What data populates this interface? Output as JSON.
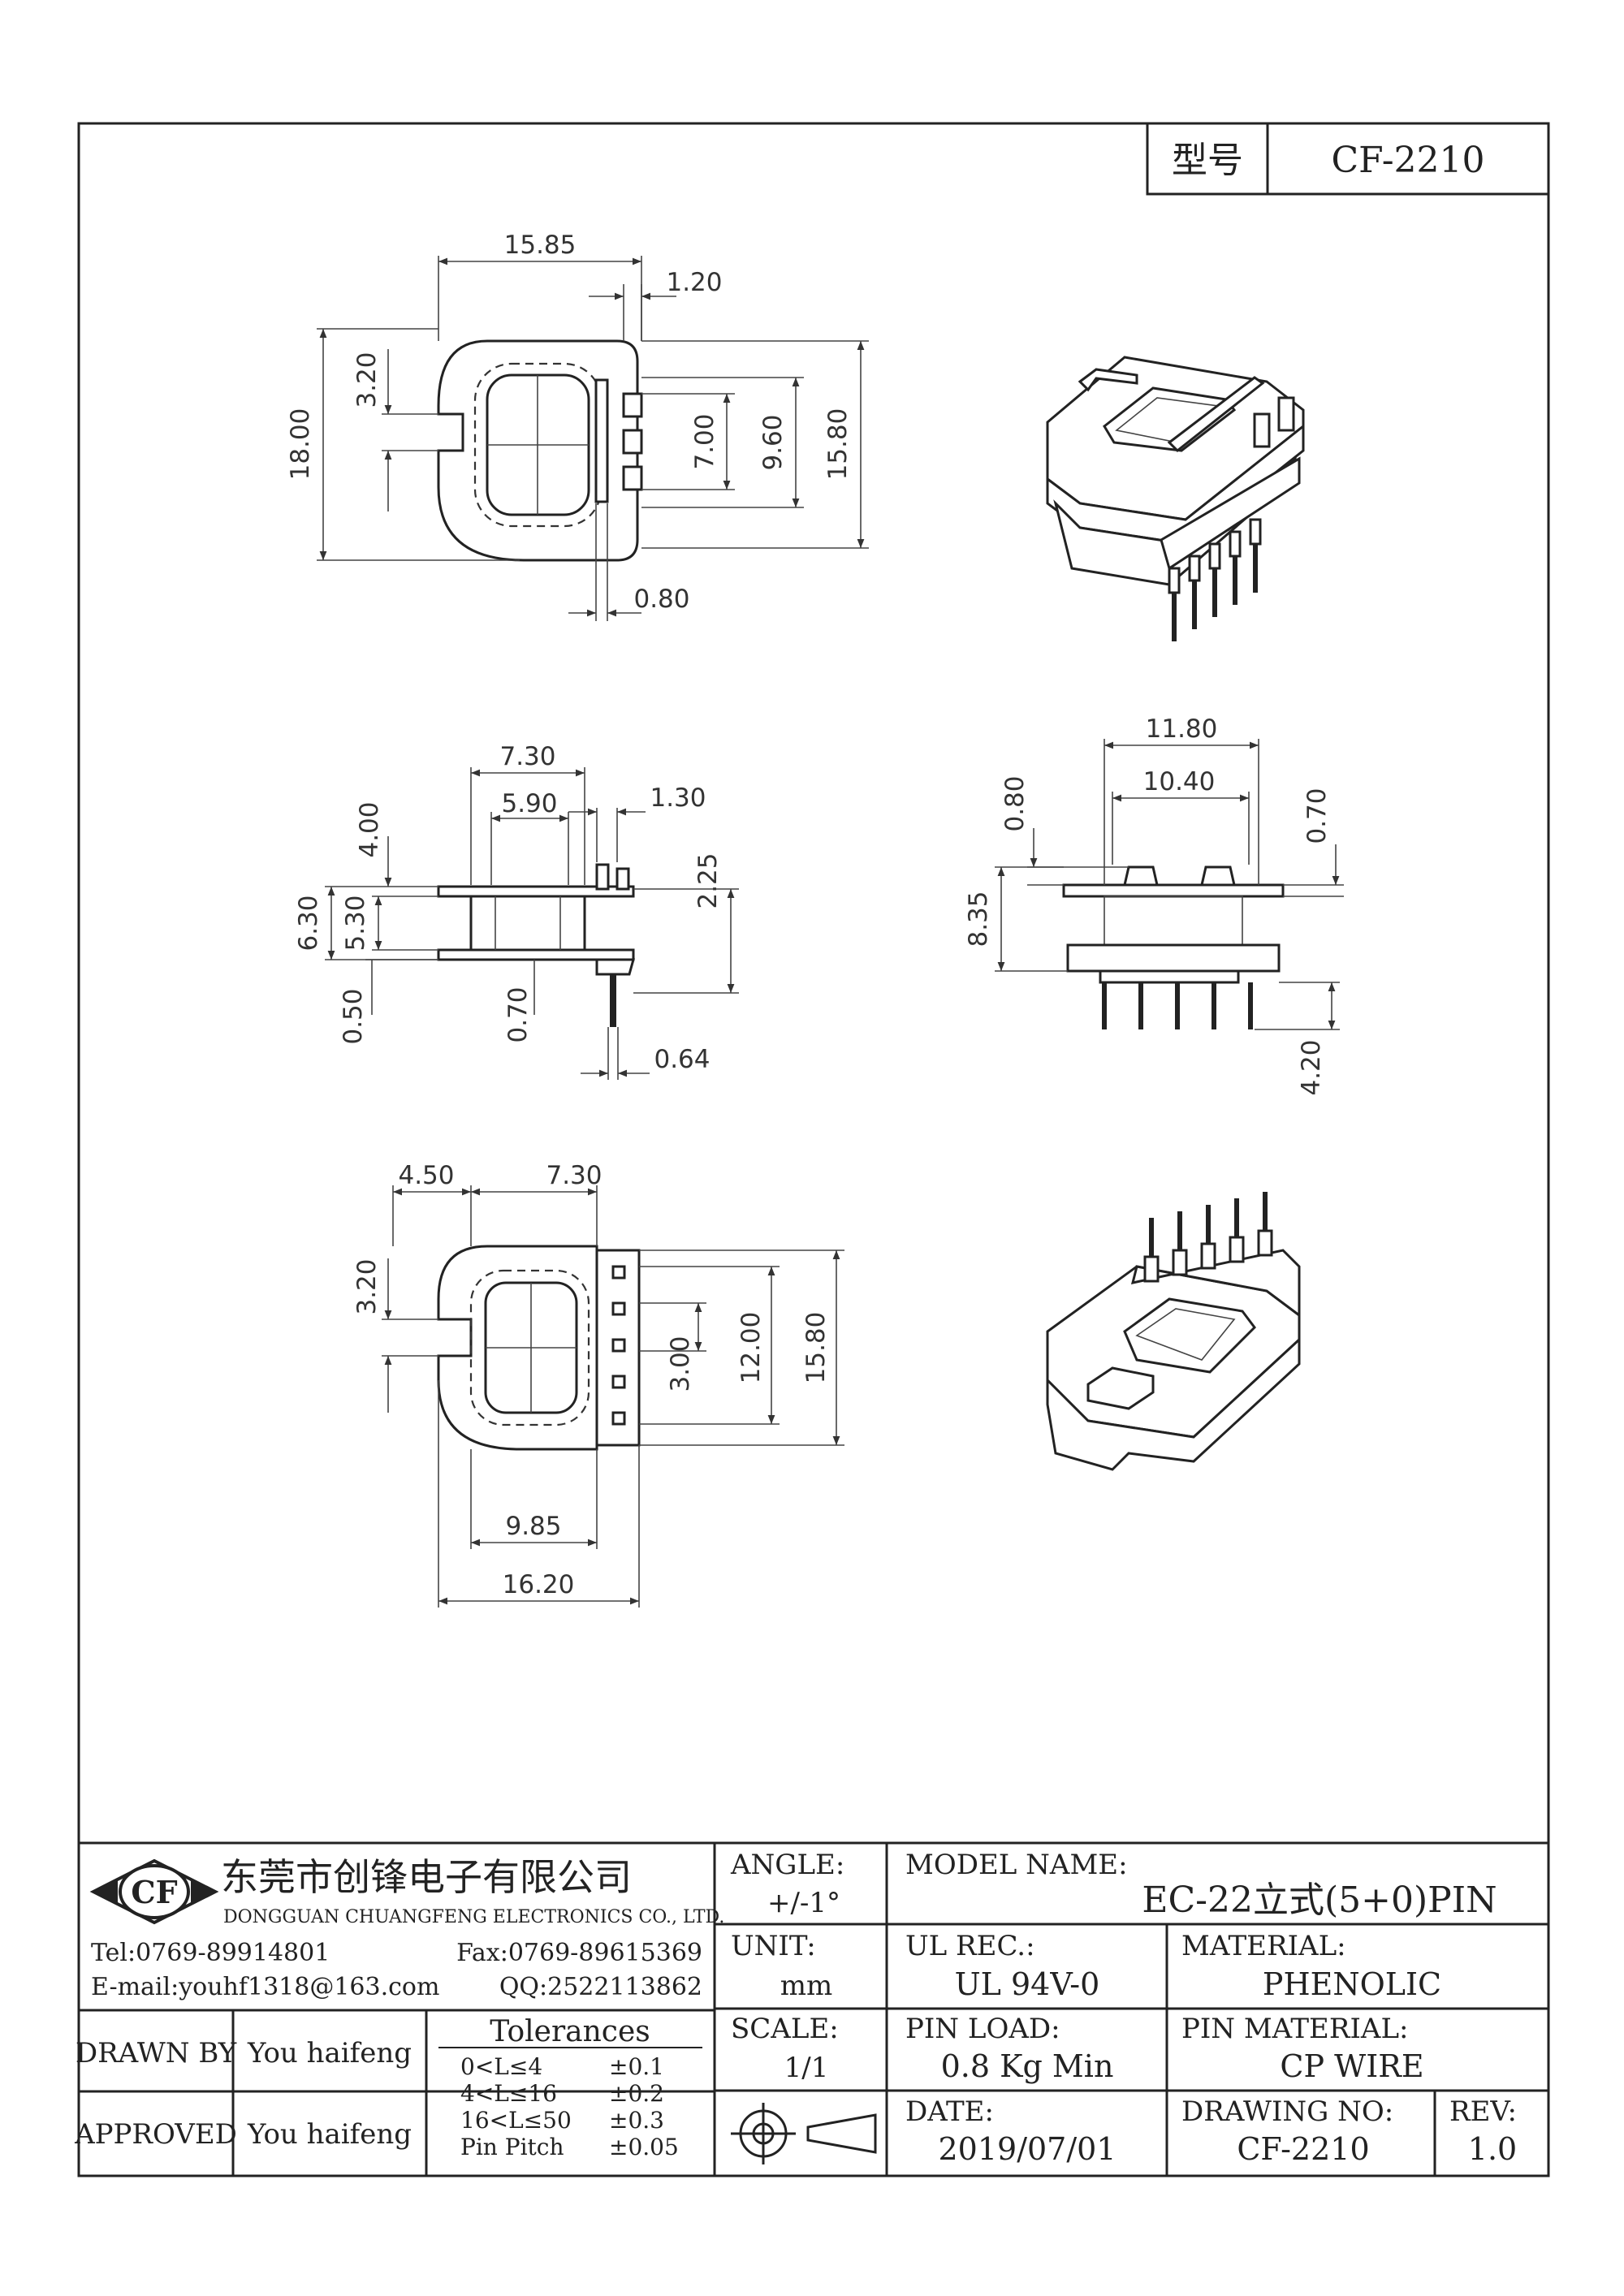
{
  "title_block_top": {
    "label": "型号",
    "value": "CF-2210"
  },
  "dimensions": {
    "top": [
      "15.85",
      "1.20",
      "3.20",
      "18.00",
      "7.00",
      "9.60",
      "15.80",
      "0.80"
    ],
    "side": [
      "7.30",
      "5.90",
      "1.30",
      "4.00",
      "6.30",
      "5.30",
      "2.25",
      "0.50",
      "0.70",
      "0.64"
    ],
    "front": [
      "11.80",
      "10.40",
      "0.80",
      "0.70",
      "8.35",
      "4.20"
    ],
    "bottom": [
      "4.50",
      "7.30",
      "3.20",
      "3.00",
      "12.00",
      "15.80",
      "9.85",
      "16.20"
    ]
  },
  "company": {
    "logo": "CF",
    "name_cn": "东莞市创锋电子有限公司",
    "name_en": "DONGGUAN CHUANGFENG ELECTRONICS CO., LTD.",
    "tel": "Tel:0769-89914801",
    "fax": "Fax:0769-89615369",
    "email": "E-mail:youhf1318@163.com",
    "qq": "QQ:2522113862"
  },
  "title_block": {
    "drawn_by_label": "DRAWN BY",
    "drawn_by": "You haifeng",
    "approved_label": "APPROVED",
    "approved": "You haifeng",
    "tolerances_label": "Tolerances",
    "tolerances": [
      {
        "range": "0<L≤4",
        "value": "±0.1"
      },
      {
        "range": "4<L≤16",
        "value": "±0.2"
      },
      {
        "range": "16<L≤50",
        "value": "±0.3"
      },
      {
        "range": "Pin Pitch",
        "value": "±0.05"
      }
    ],
    "angle_label": "ANGLE:",
    "angle": "+/-1°",
    "unit_label": "UNIT:",
    "unit": "mm",
    "scale_label": "SCALE:",
    "scale": "1/1",
    "model_name_label": "MODEL NAME:",
    "model_name": "EC-22立式(5+0)PIN",
    "ul_rec_label": "UL REC.:",
    "ul_rec": "UL 94V-0",
    "material_label": "MATERIAL:",
    "material": "PHENOLIC",
    "pin_load_label": "PIN LOAD:",
    "pin_load": "0.8 Kg Min",
    "pin_material_label": "PIN MATERIAL:",
    "pin_material": "CP WIRE",
    "date_label": "DATE:",
    "date": "2019/07/01",
    "drawing_no_label": "DRAWING NO:",
    "drawing_no": "CF-2210",
    "rev_label": "REV:",
    "rev": "1.0"
  }
}
